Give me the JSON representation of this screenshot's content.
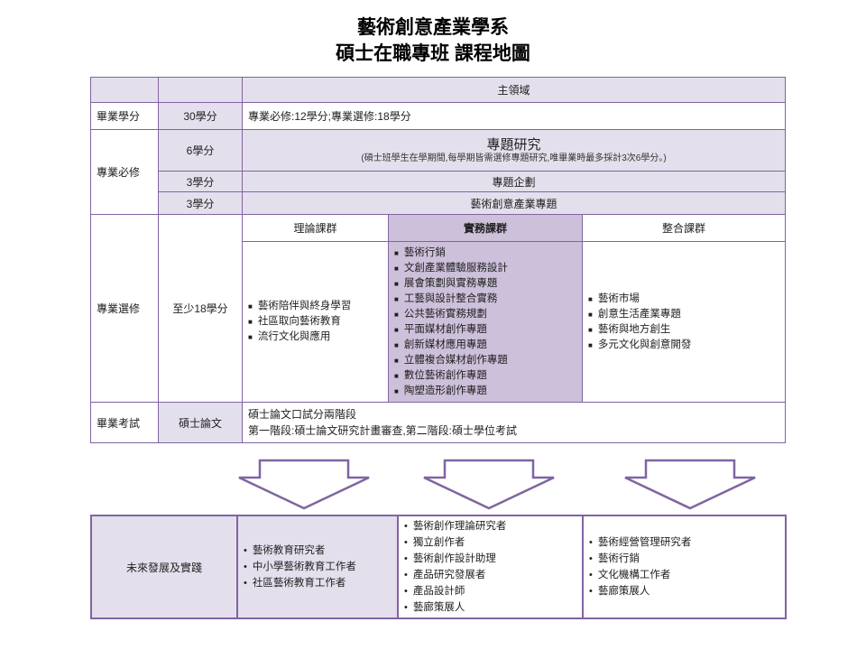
{
  "title": {
    "line1": "藝術創意產業學系",
    "line2": "碩士在職專班  課程地圖"
  },
  "bullets": {
    "square": "■",
    "dot": "•"
  },
  "colors": {
    "light_lavender": "#e4dfec",
    "medium_lavender": "#ccc0da",
    "border_purple": "#8064a2"
  },
  "table": {
    "main_domain": "主領域",
    "graduation_credits": {
      "label": "畢業學分",
      "credits": "30學分",
      "detail": "專業必修:12學分;專業選修:18學分"
    },
    "required": {
      "label": "專業必修",
      "rows": [
        {
          "credits": "6學分",
          "title": "專題研究",
          "note": "(碩士班學生在學期間,每學期皆需選修專題研究,唯畢業時最多採計3次6學分。)"
        },
        {
          "credits": "3學分",
          "title": "專題企劃"
        },
        {
          "credits": "3學分",
          "title": "藝術創意產業專題"
        }
      ]
    },
    "electives": {
      "label": "專業選修",
      "credits": "至少18學分",
      "groups": [
        {
          "header": "理論課群",
          "items": [
            "藝術陪伴與終身學習",
            "社區取向藝術教育",
            "流行文化與應用"
          ]
        },
        {
          "header": "實務課群",
          "items": [
            "藝術行銷",
            "文創產業體驗服務設計",
            "展會策劃與實務專題",
            "工藝與設計整合實務",
            "公共藝術實務規劃",
            "平面媒材創作專題",
            "創新媒材應用專題",
            "立體複合媒材創作專題",
            "數位藝術創作專題",
            "陶塑造形創作專題"
          ]
        },
        {
          "header": "整合課群",
          "items": [
            "藝術市場",
            "創意生活產業專題",
            "藝術與地方創生",
            "多元文化與創意開發"
          ]
        }
      ]
    },
    "exam": {
      "label": "畢業考試",
      "type": "碩士論文",
      "line1": "碩士論文口試分兩階段",
      "line2": "第一階段:碩士論文研究計畫審查,第二階段:碩士學位考試"
    }
  },
  "future": {
    "label": "未來發展及實踐",
    "columns": [
      {
        "items": [
          "藝術教育研究者",
          "中小學藝術教育工作者",
          "社區藝術教育工作者"
        ]
      },
      {
        "items": [
          "藝術創作理論研究者",
          "獨立創作者",
          "藝術創作設計助理",
          "產品研究發展者",
          "產品設計師",
          "藝廊策展人"
        ]
      },
      {
        "items": [
          "藝術經營管理研究者",
          "藝術行銷",
          "文化機構工作者",
          "藝廊策展人"
        ]
      }
    ]
  }
}
